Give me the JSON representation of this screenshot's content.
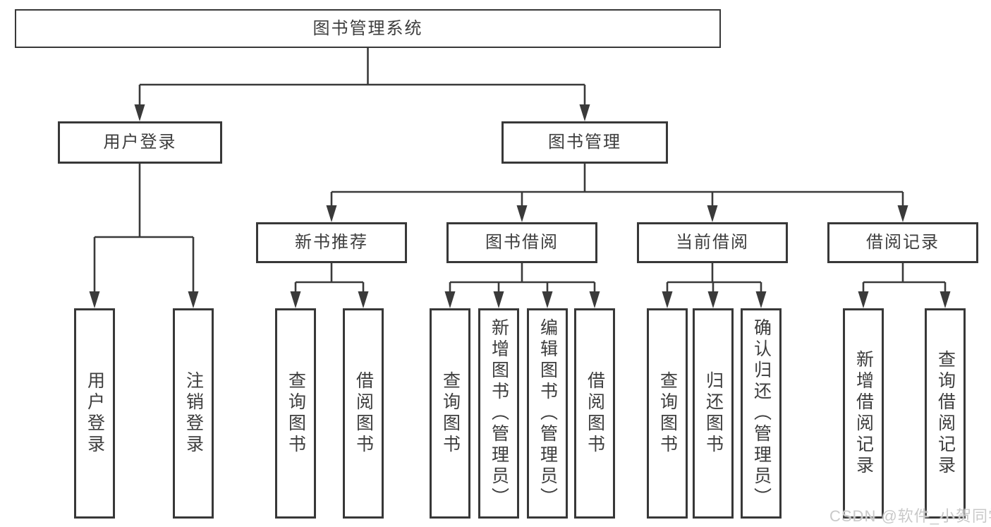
{
  "diagram": {
    "root": {
      "label": "图书管理系统"
    },
    "branches": [
      {
        "label": "用户登录",
        "children": [
          {
            "label": "用户登录"
          },
          {
            "label": "注销登录"
          }
        ]
      },
      {
        "label": "图书管理",
        "children": [
          {
            "label": "新书推荐",
            "children": [
              {
                "label": "查询图书"
              },
              {
                "label": "借阅图书"
              }
            ]
          },
          {
            "label": "图书借阅",
            "children": [
              {
                "label": "查询图书"
              },
              {
                "label": "新增图书（管理员）"
              },
              {
                "label": "编辑图书（管理员）"
              },
              {
                "label": "借阅图书"
              }
            ]
          },
          {
            "label": "当前借阅",
            "children": [
              {
                "label": "查询图书"
              },
              {
                "label": "归还图书"
              },
              {
                "label": "确认归还（管理员）"
              }
            ]
          },
          {
            "label": "借阅记录",
            "children": [
              {
                "label": "新增借阅记录"
              },
              {
                "label": "查询借阅记录"
              }
            ]
          }
        ]
      }
    ]
  },
  "watermark": {
    "text": "CSDN @软件_小贺同学"
  },
  "colors": {
    "line": "#3a3a3a",
    "border": "#383838",
    "text": "#3d3d3d",
    "background": "#ffffff",
    "watermark": "#c9c9c9"
  }
}
